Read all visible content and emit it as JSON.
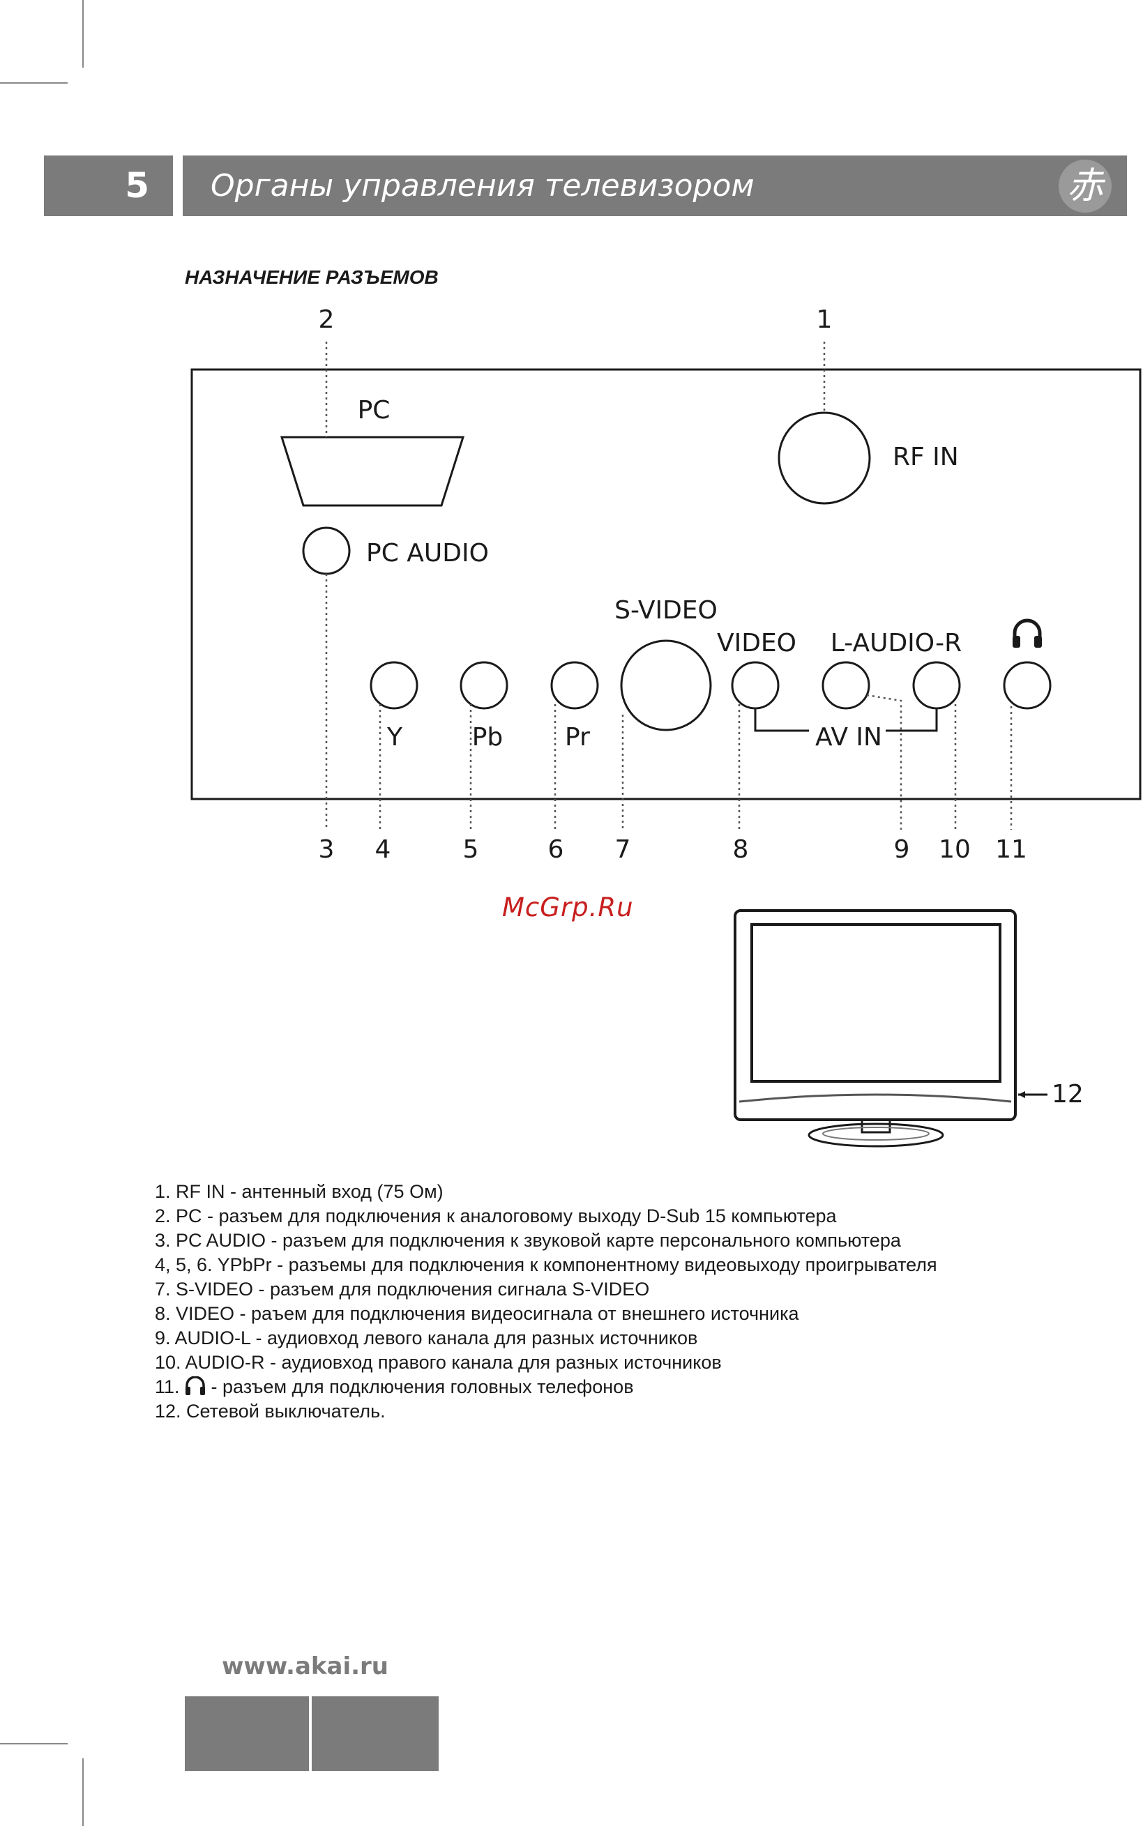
{
  "header": {
    "page_number": "5",
    "title": "Органы управления телевизором",
    "logo_glyph": "赤"
  },
  "section_title": "НАЗНАЧЕНИЕ РАЗЪЕМОВ",
  "diagram": {
    "connector_labels": {
      "pc": "PC",
      "rf_in": "RF IN",
      "pc_audio": "PC AUDIO",
      "s_video": "S-VIDEO",
      "video": "VIDEO",
      "l_audio_r": "L-AUDIO-R",
      "y": "Y",
      "pb": "Pb",
      "pr": "Pr",
      "av_in": "AV IN"
    },
    "callouts_top": [
      "2",
      "1"
    ],
    "callouts_bottom": [
      "3",
      "4",
      "5",
      "6",
      "7",
      "8",
      "9",
      "10",
      "11"
    ],
    "tv_callout": "12"
  },
  "watermark": "McGrp.Ru",
  "legend": [
    "1. RF IN - антенный вход (75 Ом)",
    "2. PC - разъем для подключения к аналоговому выходу D-Sub 15 компьютера",
    "3. PC AUDIO - разъем для подключения к звуковой карте персонального компьютера",
    "4, 5, 6. YPbPr - разъемы для подключения к компонентному видеовыходу проигрывателя",
    "7. S-VIDEO - разъем для подключения сигнала S-VIDEO",
    "8. VIDEO - раъем для подключения видеосигнала от внешнего источника",
    "9. AUDIO-L - аудиовход левого канала для разных источников",
    "10. AUDIO-R - аудиовход правого канала для разных источников"
  ],
  "legend_item_11": {
    "prefix": "11.",
    "suffix": " - разъем для подключения головных телефонов"
  },
  "legend_item_12": "12. Сетевой выключатель.",
  "footer": {
    "website": "www.akai.ru"
  }
}
